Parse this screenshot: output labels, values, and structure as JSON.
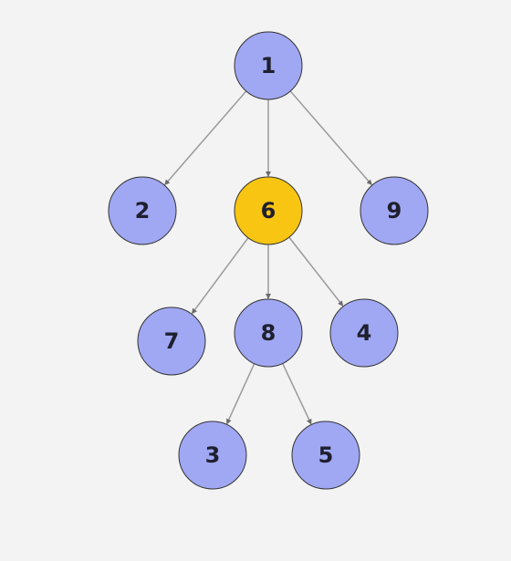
{
  "colors": {
    "background": "#f3f3f3",
    "node_default": "#a0a8f4",
    "node_highlight": "#f8c513",
    "edge": "#9a9a9a",
    "label": "#1f1f2e"
  },
  "tree": {
    "nodes": [
      {
        "id": "1",
        "label": "1",
        "highlight": false
      },
      {
        "id": "2",
        "label": "2",
        "highlight": false
      },
      {
        "id": "6",
        "label": "6",
        "highlight": true
      },
      {
        "id": "9",
        "label": "9",
        "highlight": false
      },
      {
        "id": "7",
        "label": "7",
        "highlight": false
      },
      {
        "id": "8",
        "label": "8",
        "highlight": false
      },
      {
        "id": "4",
        "label": "4",
        "highlight": false
      },
      {
        "id": "3",
        "label": "3",
        "highlight": false
      },
      {
        "id": "5",
        "label": "5",
        "highlight": false
      }
    ],
    "edges": [
      {
        "from": "1",
        "to": "2"
      },
      {
        "from": "1",
        "to": "6"
      },
      {
        "from": "1",
        "to": "9"
      },
      {
        "from": "6",
        "to": "7"
      },
      {
        "from": "6",
        "to": "8"
      },
      {
        "from": "6",
        "to": "4"
      },
      {
        "from": "8",
        "to": "3"
      },
      {
        "from": "8",
        "to": "5"
      }
    ]
  }
}
